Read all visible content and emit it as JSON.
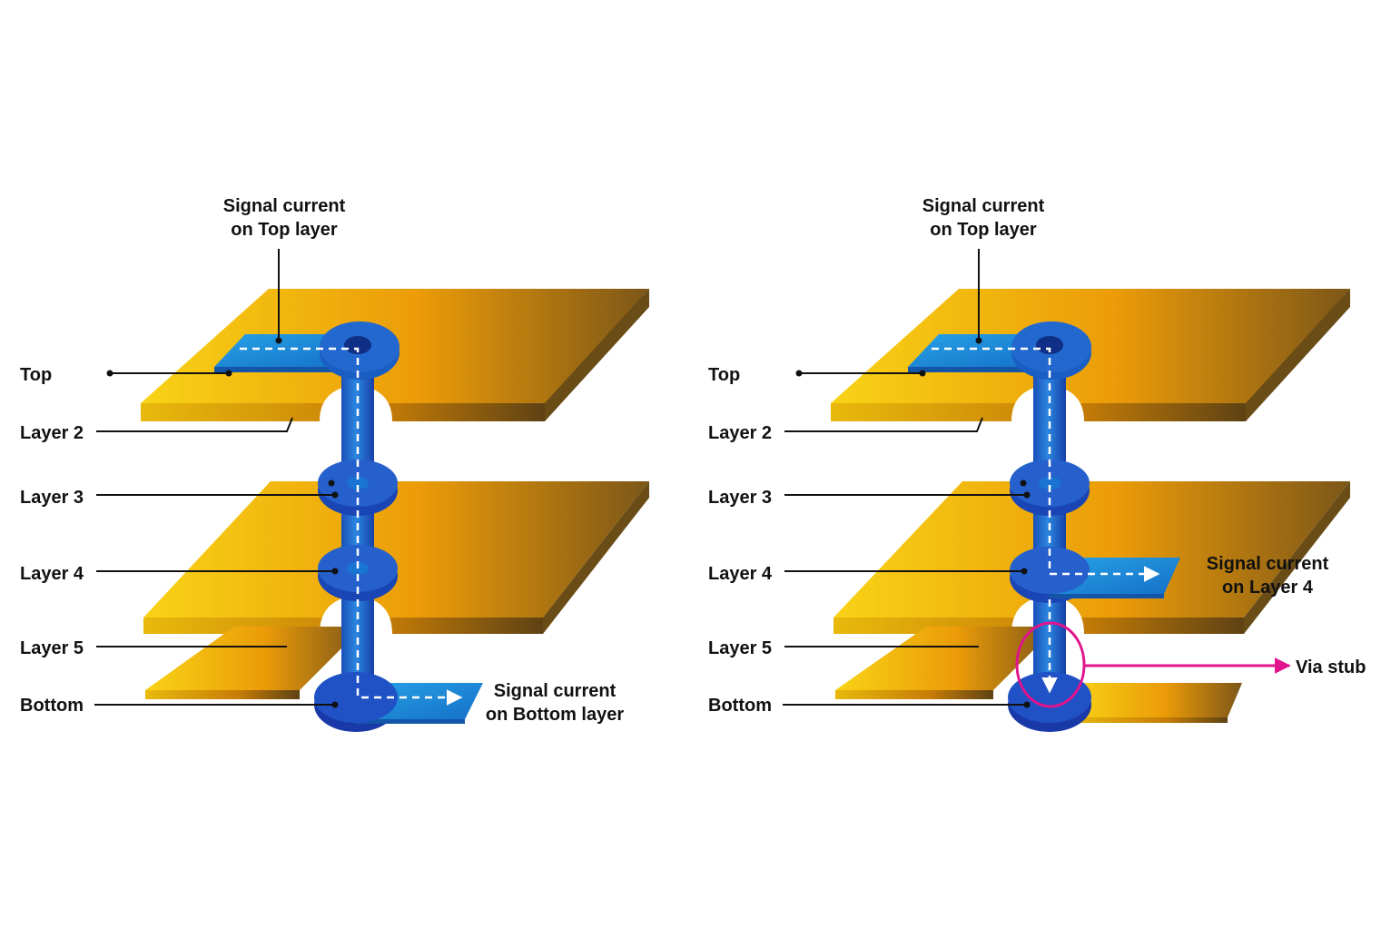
{
  "colors": {
    "plane_light": "#f7cf14",
    "plane_mid": "#e89806",
    "plane_dark": "#7a5518",
    "via_blue": "#1a72d0",
    "via_dark": "#1939a8",
    "trace_blue": "#1a8ed8",
    "stub_highlight": "#e0148c",
    "label_text": "#111111"
  },
  "left_diagram": {
    "layer_labels": [
      "Top",
      "Layer 2",
      "Layer 3",
      "Layer 4",
      "Layer 5",
      "Bottom"
    ],
    "callout_top_line1": "Signal current",
    "callout_top_line2": "on Top layer",
    "callout_bottom_line1": "Signal current",
    "callout_bottom_line2": "on Bottom layer"
  },
  "right_diagram": {
    "layer_labels": [
      "Top",
      "Layer 2",
      "Layer 3",
      "Layer 4",
      "Layer 5",
      "Bottom"
    ],
    "callout_top_line1": "Signal current",
    "callout_top_line2": "on Top layer",
    "callout_layer4_line1": "Signal current",
    "callout_layer4_line2": "on Layer 4",
    "via_stub_label": "Via stub"
  }
}
